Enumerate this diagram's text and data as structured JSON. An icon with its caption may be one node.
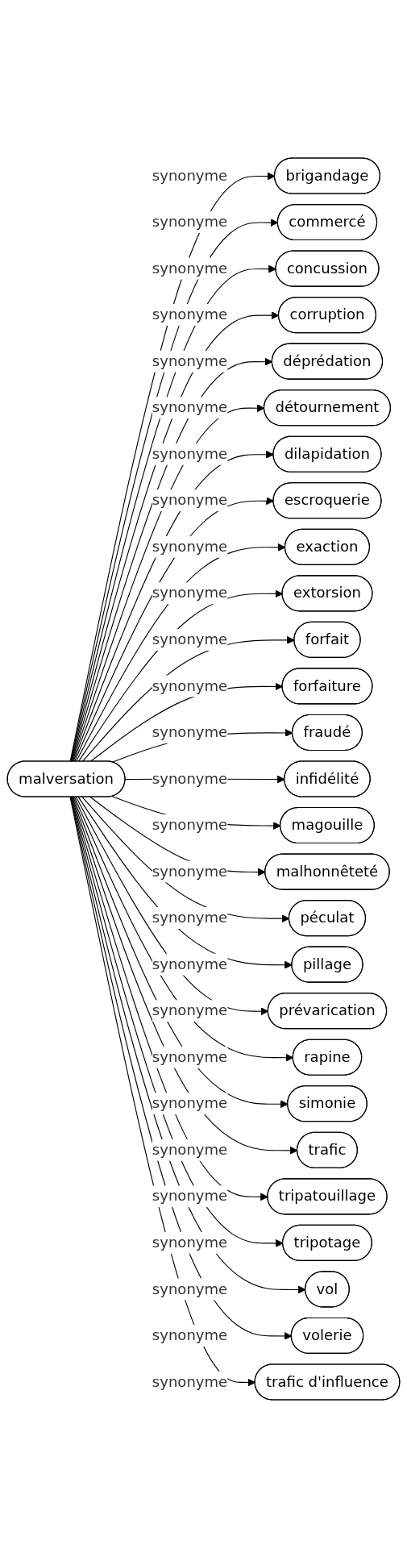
{
  "diagram": {
    "nodes": [
      {
        "text": [
          "malversation"
        ]
      },
      {
        "text": [
          "brigandage"
        ]
      },
      {
        "text": [
          "commercé"
        ]
      },
      {
        "text": [
          "concussion"
        ]
      },
      {
        "text": [
          "corruption"
        ]
      },
      {
        "text": [
          "déprédation"
        ]
      },
      {
        "text": [
          "détournement"
        ]
      },
      {
        "text": [
          "dilapidation"
        ]
      },
      {
        "text": [
          "escroquerie"
        ]
      },
      {
        "text": [
          "exaction"
        ]
      },
      {
        "text": [
          "extorsion"
        ]
      },
      {
        "text": [
          "forfait"
        ]
      },
      {
        "text": [
          "forfaiture"
        ]
      },
      {
        "text": [
          "fraudé"
        ]
      },
      {
        "text": [
          "infidélité"
        ]
      },
      {
        "text": [
          "magouille"
        ]
      },
      {
        "text": [
          "malhonnêteté"
        ]
      },
      {
        "text": [
          "péculat"
        ]
      },
      {
        "text": [
          "pillage"
        ]
      },
      {
        "text": [
          "prévarication"
        ]
      },
      {
        "text": [
          "rapine"
        ]
      },
      {
        "text": [
          "simonie"
        ]
      },
      {
        "text": [
          "trafic"
        ]
      },
      {
        "text": [
          "tripatouillage"
        ]
      },
      {
        "text": [
          "tripotage"
        ]
      },
      {
        "text": [
          "vol"
        ]
      },
      {
        "text": [
          "volerie"
        ]
      },
      {
        "text": [
          "trafic d'influence"
        ]
      }
    ],
    "edges": [
      {
        "from": 0,
        "to": 1,
        "arrow": "to",
        "label": "synonyme"
      },
      {
        "from": 0,
        "to": 2,
        "arrow": "to",
        "label": "synonyme"
      },
      {
        "from": 0,
        "to": 3,
        "arrow": "to",
        "label": "synonyme"
      },
      {
        "from": 0,
        "to": 4,
        "arrow": "to",
        "label": "synonyme"
      },
      {
        "from": 0,
        "to": 5,
        "arrow": "to",
        "label": "synonyme"
      },
      {
        "from": 0,
        "to": 6,
        "arrow": "to",
        "label": "synonyme"
      },
      {
        "from": 0,
        "to": 7,
        "arrow": "to",
        "label": "synonyme"
      },
      {
        "from": 0,
        "to": 8,
        "arrow": "to",
        "label": "synonyme"
      },
      {
        "from": 0,
        "to": 9,
        "arrow": "to",
        "label": "synonyme"
      },
      {
        "from": 0,
        "to": 10,
        "arrow": "to",
        "label": "synonyme"
      },
      {
        "from": 0,
        "to": 11,
        "arrow": "to",
        "label": "synonyme"
      },
      {
        "from": 0,
        "to": 12,
        "arrow": "to",
        "label": "synonyme"
      },
      {
        "from": 0,
        "to": 13,
        "arrow": "to",
        "label": "synonyme"
      },
      {
        "from": 0,
        "to": 14,
        "arrow": "to",
        "label": "synonyme"
      },
      {
        "from": 0,
        "to": 15,
        "arrow": "to",
        "label": "synonyme"
      },
      {
        "from": 0,
        "to": 16,
        "arrow": "to",
        "label": "synonyme"
      },
      {
        "from": 0,
        "to": 17,
        "arrow": "to",
        "label": "synonyme"
      },
      {
        "from": 0,
        "to": 18,
        "arrow": "to",
        "label": "synonyme"
      },
      {
        "from": 0,
        "to": 19,
        "arrow": "to",
        "label": "synonyme"
      },
      {
        "from": 0,
        "to": 20,
        "arrow": "to",
        "label": "synonyme"
      },
      {
        "from": 0,
        "to": 21,
        "arrow": "to",
        "label": "synonyme"
      },
      {
        "from": 0,
        "to": 22,
        "arrow": "to",
        "label": "synonyme"
      },
      {
        "from": 0,
        "to": 23,
        "arrow": "to",
        "label": "synonyme"
      },
      {
        "from": 0,
        "to": 24,
        "arrow": "to",
        "label": "synonyme"
      },
      {
        "from": 0,
        "to": 25,
        "arrow": "to",
        "label": "synonyme"
      },
      {
        "from": 0,
        "to": 26,
        "arrow": "to",
        "label": "synonyme"
      },
      {
        "from": 0,
        "to": 27,
        "arrow": "to",
        "label": "synonyme"
      }
    ]
  }
}
